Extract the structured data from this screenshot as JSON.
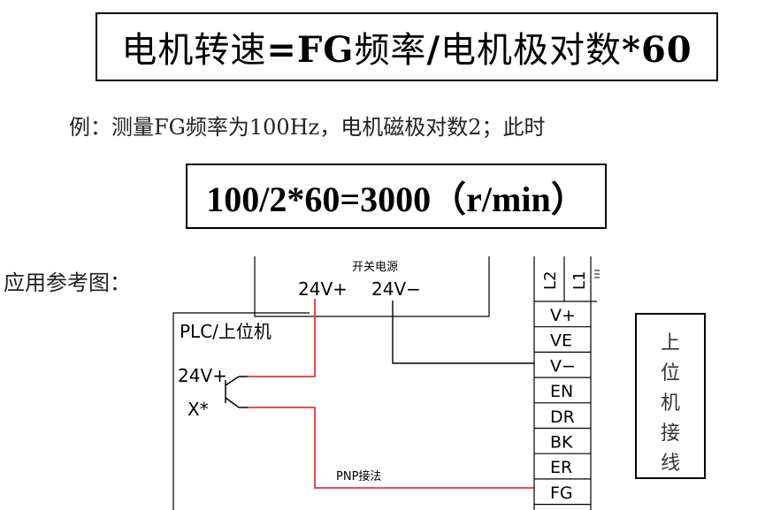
{
  "formula": {
    "part1": "电机转速",
    "part2": "=FG",
    "part3": "频率",
    "part4": "/",
    "part5": "电机极对数",
    "part6": "*60"
  },
  "example": "例：测量FG频率为100Hz，电机磁极对数2；此时",
  "result": "100/2*60=3000（r/min）",
  "ref_label": "应用参考图：",
  "diagram": {
    "power_title": "开关电源",
    "power_pos": "24V+",
    "power_neg": "24V−",
    "plc_title": "PLC/上位机",
    "plc_24v": "24V+",
    "plc_x": "X*",
    "pnp_label": "PNP接法",
    "top_l2": "L2",
    "top_l1": "L1",
    "pins": [
      "V+",
      "VE",
      "V−",
      "EN",
      "DR",
      "BK",
      "ER",
      "FG"
    ],
    "side_chars": [
      "上",
      "位",
      "机",
      "接",
      "线"
    ],
    "colors": {
      "red_wire": "#e8353a",
      "black_wire": "#000000"
    }
  }
}
